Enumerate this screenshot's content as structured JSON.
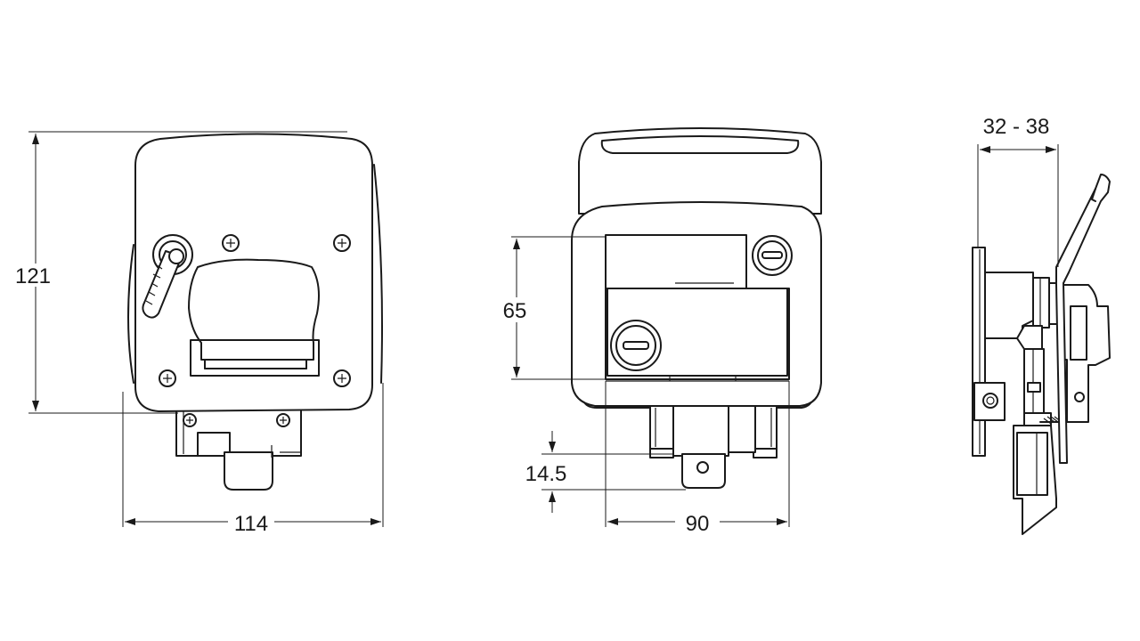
{
  "dimensions": {
    "front_height": "121",
    "front_width": "114",
    "back_cutout_height": "65",
    "back_offset": "14.5",
    "back_width": "90",
    "side_thickness": "32 - 38"
  }
}
